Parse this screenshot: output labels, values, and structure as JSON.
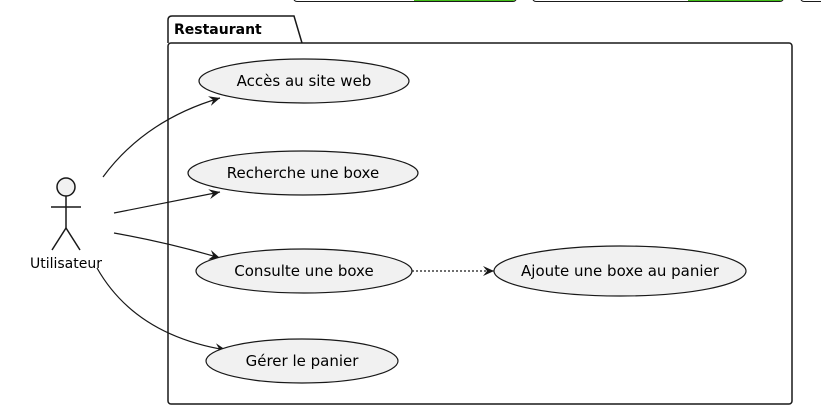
{
  "colors": {
    "usecase_fill": "#f1f1f1",
    "stroke": "#181818",
    "badge_accent": "#44c01a"
  },
  "package": {
    "title": "Restaurant"
  },
  "actor": {
    "label": "Utilisateur"
  },
  "use_cases": {
    "access": "Accès au site web",
    "search": "Recherche une boxe",
    "consult": "Consulte une boxe",
    "add": "Ajoute une boxe au panier",
    "cart": "Gérer le panier"
  },
  "relations": [
    {
      "from": "actor",
      "to": "access",
      "style": "solid"
    },
    {
      "from": "actor",
      "to": "search",
      "style": "solid"
    },
    {
      "from": "actor",
      "to": "consult",
      "style": "solid"
    },
    {
      "from": "actor",
      "to": "cart",
      "style": "solid"
    },
    {
      "from": "consult",
      "to": "add",
      "style": "dotted"
    }
  ]
}
